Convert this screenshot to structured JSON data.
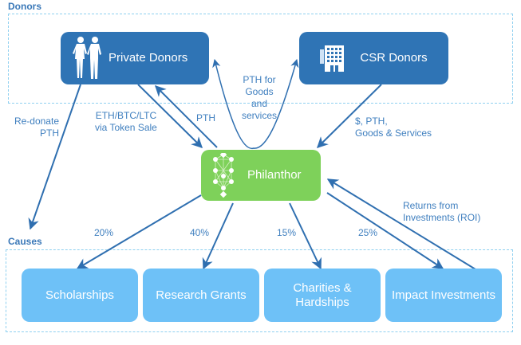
{
  "groups": {
    "donors_label": "Donors",
    "causes_label": "Causes"
  },
  "nodes": {
    "private_donors": {
      "label": "Private Donors",
      "icon": "people-icon"
    },
    "csr_donors": {
      "label": "CSR Donors",
      "icon": "building-icon"
    },
    "philanthor": {
      "label": "Philanthor",
      "icon": "network-icon"
    },
    "scholarships": {
      "label": "Scholarships"
    },
    "research_grants": {
      "label": "Research Grants"
    },
    "charities": {
      "label": "Charities & Hardships"
    },
    "impact_investments": {
      "label": "Impact Investments"
    }
  },
  "edge_labels": {
    "redonate": [
      "Re-donate",
      "PTH"
    ],
    "token_sale": [
      "ETH/BTC/LTC",
      "via Token Sale"
    ],
    "pth_to_private": "PTH",
    "pth_goods": [
      "PTH for",
      "Goods",
      "and",
      "services"
    ],
    "csr_to_hub": [
      "$, PTH,",
      "Goods & Services"
    ],
    "scholarships_pct": "20%",
    "research_pct": "40%",
    "charities_pct": "15%",
    "impact_pct": "25%",
    "roi": [
      "Returns from",
      "Investments (ROI)"
    ]
  },
  "colors": {
    "donor": "#2f74b5",
    "hub": "#7ed15a",
    "cause": "#6ec1f7",
    "arrow": "#2f6fb0",
    "dashed_border": "#8fd0f0",
    "label_text": "#3f7fbf"
  }
}
